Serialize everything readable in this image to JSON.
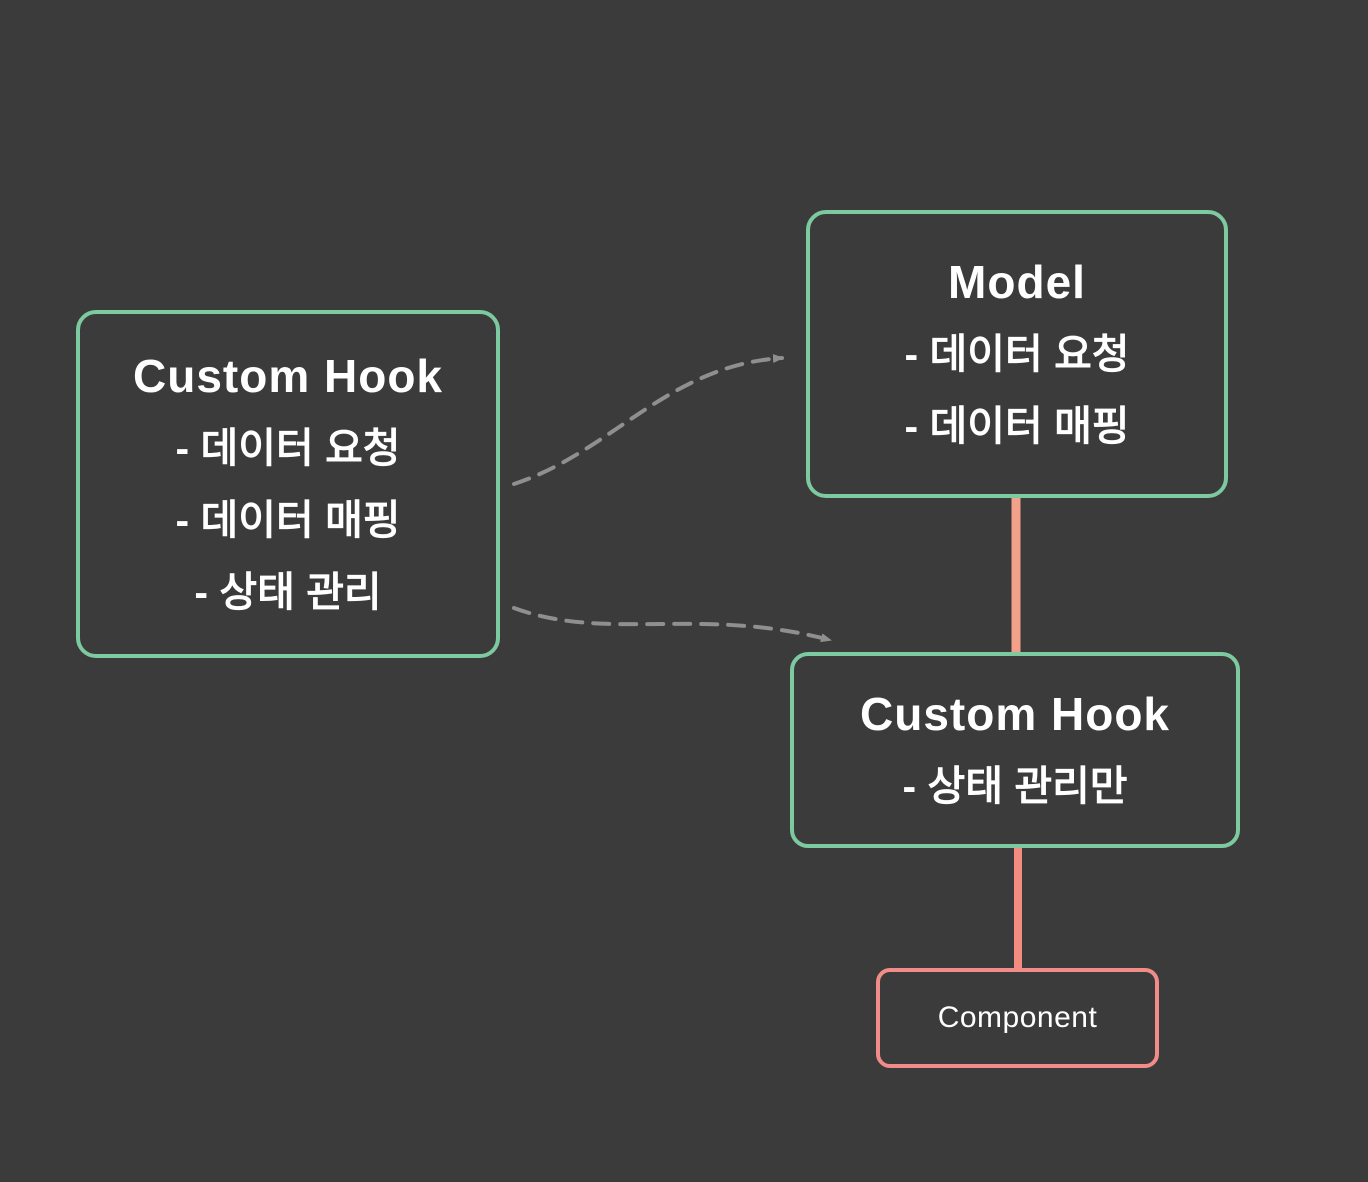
{
  "colors": {
    "background": "#3b3b3b",
    "box_border_green": "#7dc9a0",
    "box_border_red": "#f08d88",
    "connector_top": "#f4a18b",
    "connector_bottom": "#f28b80",
    "arrow_gray": "#8f8f8f",
    "text": "#ffffff"
  },
  "nodes": {
    "custom_hook_left": {
      "title": "Custom Hook",
      "items": [
        "- 데이터 요청",
        "- 데이터 매핑",
        "- 상태 관리"
      ]
    },
    "model": {
      "title": "Model",
      "items": [
        "- 데이터 요청",
        "- 데이터 매핑"
      ]
    },
    "custom_hook_right": {
      "title": "Custom Hook",
      "items": [
        "- 상태 관리만"
      ]
    },
    "component": {
      "title": "Component"
    }
  }
}
